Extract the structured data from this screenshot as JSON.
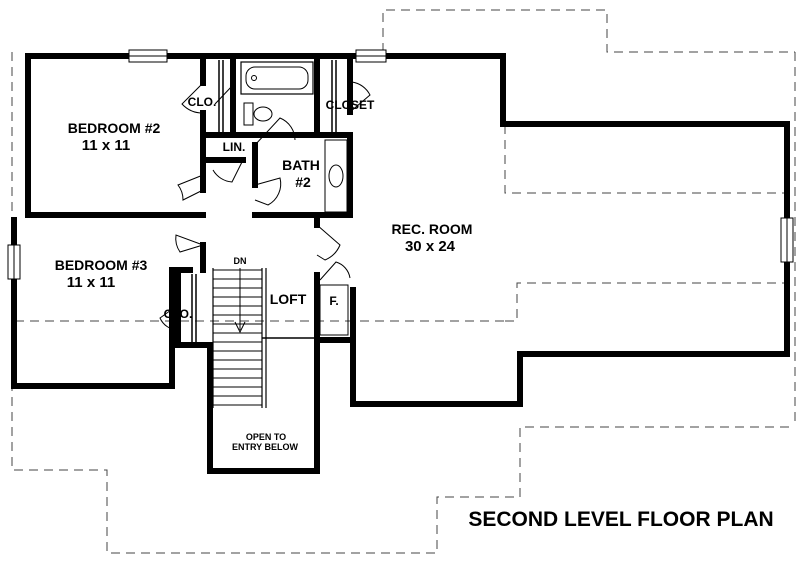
{
  "rooms": {
    "bedroom2": {
      "name": "BEDROOM #2",
      "size": "11 x 11"
    },
    "bedroom3": {
      "name": "BEDROOM #3",
      "size": "11 x 11"
    },
    "bath": {
      "name": "BATH",
      "number": "#2"
    },
    "rec_room": {
      "name": "REC. ROOM",
      "size": "30 x 24"
    },
    "closet": "CLOSET",
    "clo_top": "CLO.",
    "clo_bottom": "CLO.",
    "linen": "LIN.",
    "loft": "LOFT",
    "furnace": "F."
  },
  "stair": {
    "direction": "DN"
  },
  "open_area": {
    "line1": "OPEN TO",
    "line2": "ENTRY BELOW"
  },
  "plan_title": "SECOND LEVEL FLOOR PLAN"
}
